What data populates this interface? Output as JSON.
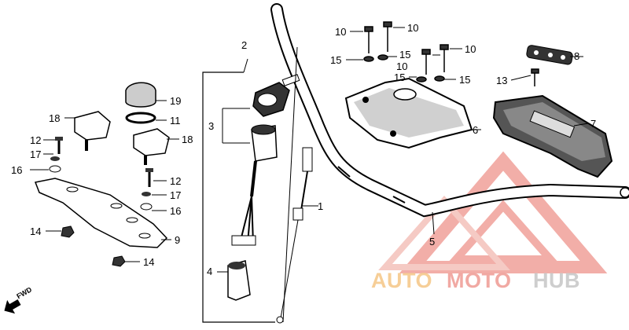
{
  "diagram": {
    "callouts": {
      "c1": "1",
      "c2": "2",
      "c3": "3",
      "c4": "4",
      "c5": "5",
      "c6": "6",
      "c7": "7",
      "c8": "8",
      "c9": "9",
      "c10a": "10",
      "c10b": "10",
      "c10c": "10",
      "c10d": "10",
      "c11": "11",
      "c12a": "12",
      "c12b": "12",
      "c13": "13",
      "c14a": "14",
      "c14b": "14",
      "c15a": "15",
      "c15b": "15",
      "c15c": "15",
      "c15d": "15",
      "c16a": "16",
      "c16b": "16",
      "c17a": "17",
      "c17b": "17",
      "c18a": "18",
      "c18b": "18",
      "c19": "19"
    },
    "fwd_label": "FWD"
  },
  "watermark": {
    "part1": "AUTO",
    "part2": "MOTO",
    "part3": "HUB",
    "color_light": "#f4c1ba",
    "color_mid": "#f0a09a",
    "color_gold": "#f6c98c",
    "color_gray": "#c9c9c9"
  }
}
